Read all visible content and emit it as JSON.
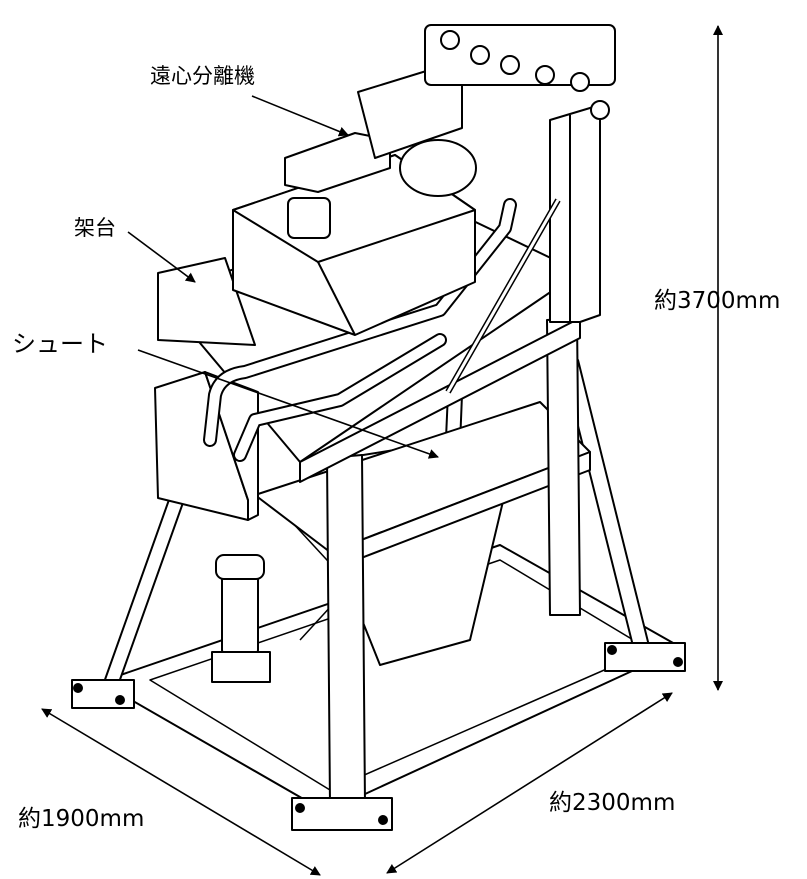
{
  "labels": {
    "centrifuge": "遠心分離機",
    "stand": "架台",
    "chute": "シュート"
  },
  "dimensions": {
    "height": "約3700mm",
    "width": "約1900mm",
    "depth": "約2300mm"
  },
  "colors": {
    "line": "#000000",
    "background": "#ffffff"
  }
}
